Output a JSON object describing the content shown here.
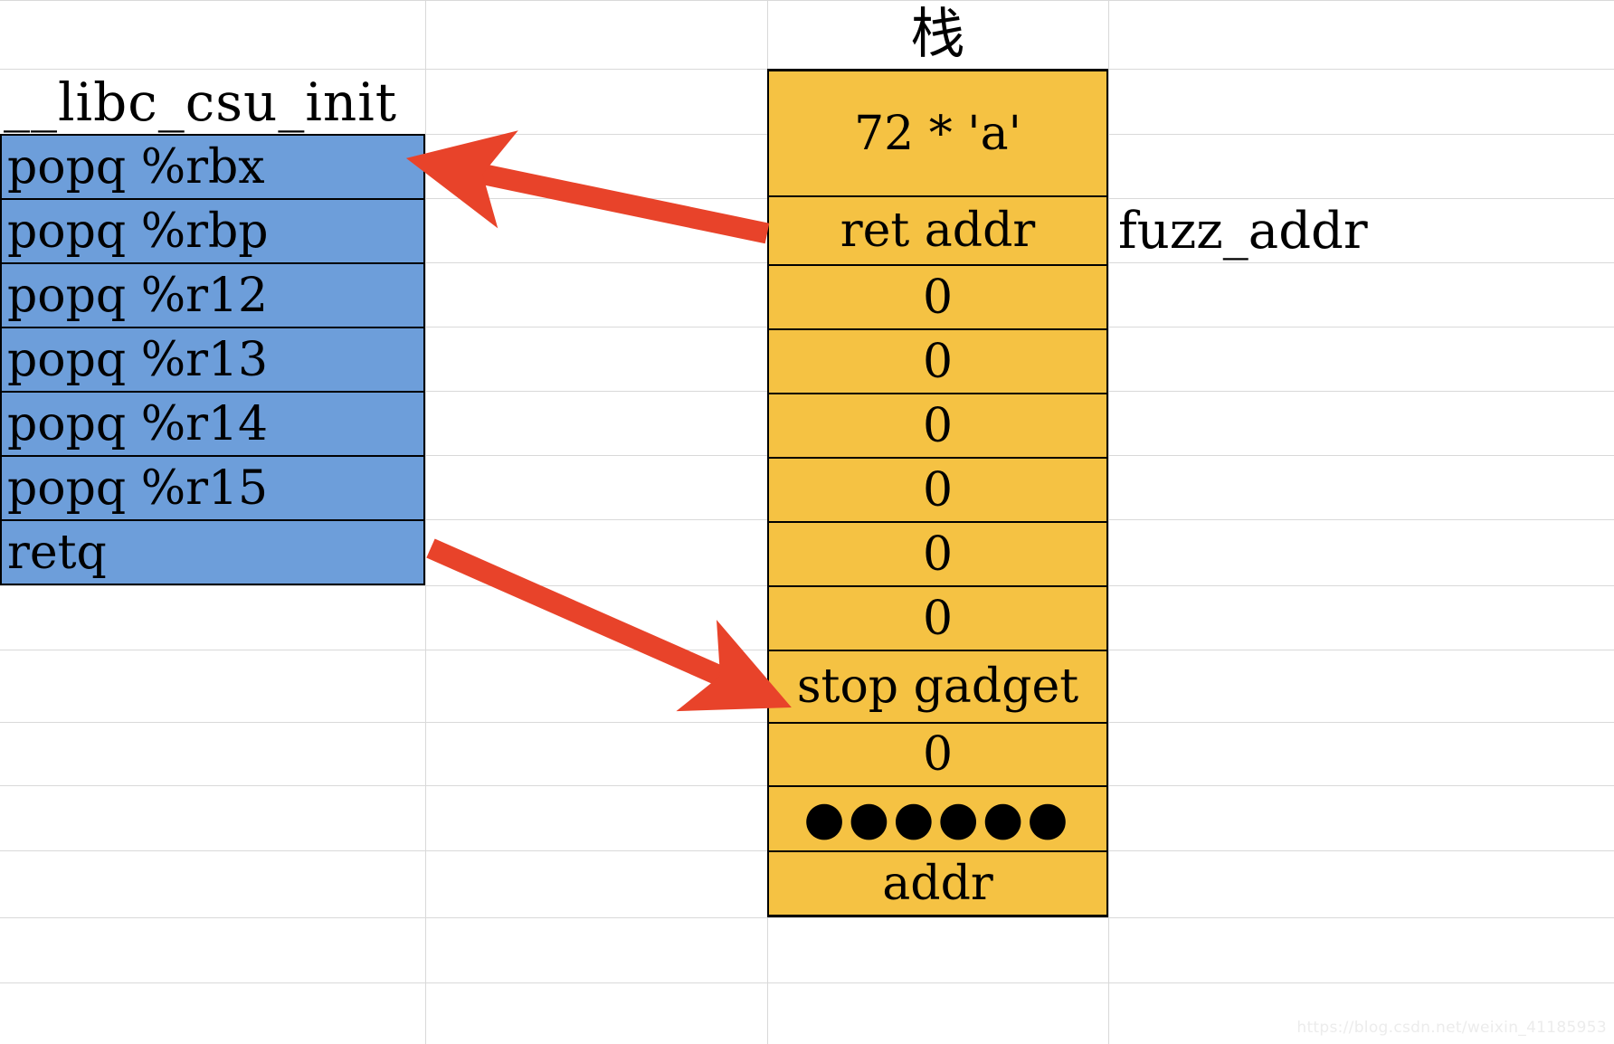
{
  "colors": {
    "gadget_fill": "#6D9EDA",
    "stack_fill": "#F5C243",
    "arrow": "#E8432A",
    "gridline": "#D9D9D9",
    "border": "#000000",
    "watermark": "#ECECEC"
  },
  "function_block": {
    "title": "__libc_csu_init",
    "instructions": [
      "popq %rbx",
      "popq %rbp",
      "popq %r12",
      "popq %r13",
      "popq %r14",
      "popq %r15",
      "retq"
    ]
  },
  "stack": {
    "title": "栈",
    "entries": [
      "72 * 'a'",
      "ret addr",
      "0",
      "0",
      "0",
      "0",
      "0",
      "0",
      "stop gadget",
      "0",
      "●●●●●●",
      "addr"
    ]
  },
  "annotations": {
    "ret_addr_label": "fuzz_addr"
  },
  "arrows": [
    {
      "name": "ret-addr-to-gadget-arrow",
      "from": "ret addr",
      "to": "popq %rbx"
    },
    {
      "name": "retq-to-stop-gadget-arrow",
      "from": "retq",
      "to": "stop gadget"
    }
  ],
  "watermark": "https://blog.csdn.net/weixin_41185953"
}
